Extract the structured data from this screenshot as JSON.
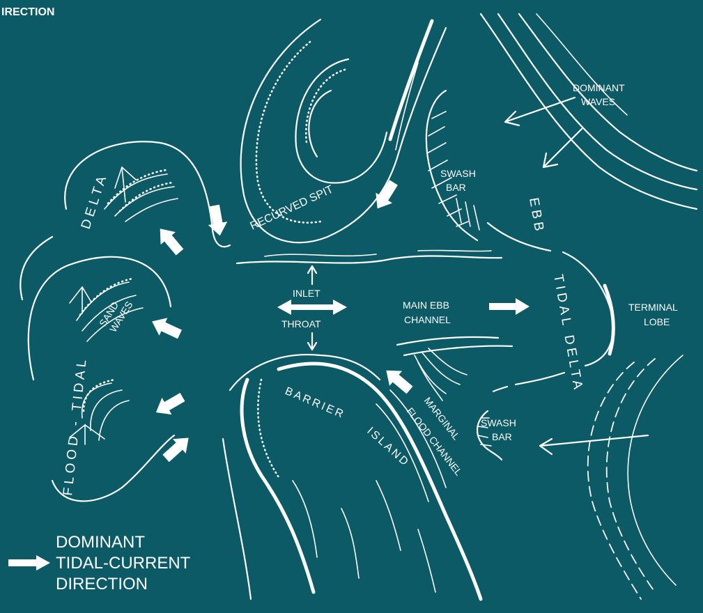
{
  "header": {
    "fragment": "IRECTION"
  },
  "labels": {
    "dominant_waves": [
      "DOMINANT",
      "WAVES"
    ],
    "swash_bar_upper": [
      "SWASH",
      "BAR"
    ],
    "recurved_spit": "RECURVED SPIT",
    "flood_tidal_delta_part1": "DELTA",
    "flood_tidal_delta_part2": "FLOOD - TIDAL",
    "sand_waves": [
      "SAND",
      "WAVES"
    ],
    "inlet": "INLET",
    "throat": "THROAT",
    "main_ebb_channel": [
      "MAIN EBB",
      "CHANNEL"
    ],
    "ebb_tidal_delta_part1": "EBB",
    "ebb_tidal_delta_part2": "TIDAL DELTA",
    "terminal_lobe": [
      "TERMINAL",
      "LOBE"
    ],
    "barrier_island": [
      "BARRIER",
      "ISLAND"
    ],
    "marginal_flood_channel": [
      "MARGINAL",
      "FLOOD CHANNEL"
    ],
    "swash_bar_lower": [
      "SWASH",
      "BAR"
    ]
  },
  "legend": {
    "lines": [
      "DOMINANT",
      "TIDAL-CURRENT",
      "DIRECTION"
    ]
  },
  "colors": {
    "background": "#0b5a66",
    "ink": "#ffffff"
  }
}
